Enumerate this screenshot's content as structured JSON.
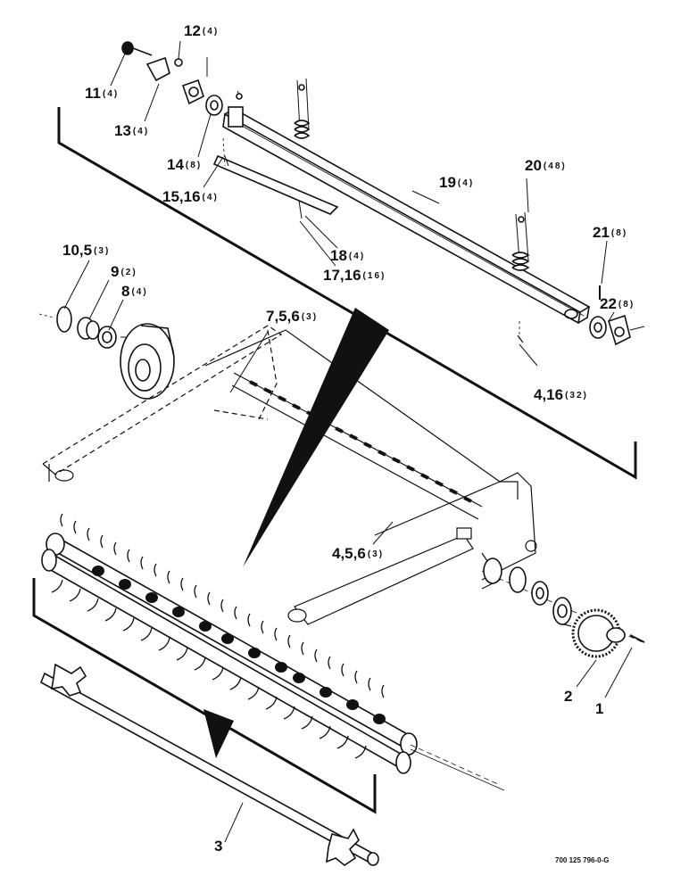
{
  "callouts": [
    {
      "id": "c1",
      "num": "1",
      "qty": ""
    },
    {
      "id": "c2",
      "num": "2",
      "qty": ""
    },
    {
      "id": "c3",
      "num": "3",
      "qty": ""
    },
    {
      "id": "c456",
      "num": "4,5,6",
      "qty": "(3)"
    },
    {
      "id": "c416",
      "num": "4,16",
      "qty": "(32)"
    },
    {
      "id": "c756",
      "num": "7,5,6",
      "qty": "(3)"
    },
    {
      "id": "c8",
      "num": "8",
      "qty": "(4)"
    },
    {
      "id": "c9",
      "num": "9",
      "qty": "(2)"
    },
    {
      "id": "c105",
      "num": "10,5",
      "qty": "(3)"
    },
    {
      "id": "c11",
      "num": "11",
      "qty": "(4)"
    },
    {
      "id": "c12",
      "num": "12",
      "qty": "(4)"
    },
    {
      "id": "c13",
      "num": "13",
      "qty": "(4)"
    },
    {
      "id": "c14",
      "num": "14",
      "qty": "(8)"
    },
    {
      "id": "c1516",
      "num": "15,16",
      "qty": "(4)"
    },
    {
      "id": "c1716",
      "num": "17,16",
      "qty": "(16)"
    },
    {
      "id": "c18",
      "num": "18",
      "qty": "(4)"
    },
    {
      "id": "c19",
      "num": "19",
      "qty": "(4)"
    },
    {
      "id": "c20",
      "num": "20",
      "qty": "(48)"
    },
    {
      "id": "c21",
      "num": "21",
      "qty": "(8)"
    },
    {
      "id": "c22",
      "num": "22",
      "qty": "(8)"
    }
  ],
  "drawing_number": "700 125 796-0-G"
}
